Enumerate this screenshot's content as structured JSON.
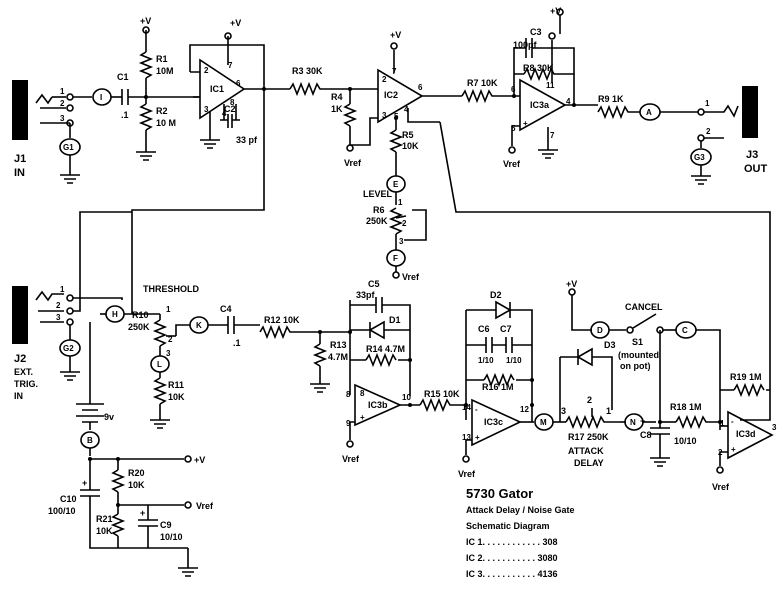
{
  "title_block": {
    "title": "5730  Gator",
    "subtitle": "Attack  Delay / Noise Gate",
    "kind": "Schematic Diagram",
    "ic_list": [
      "IC 1. . . . . . . . . . . . 308",
      "IC 2. . . . . . . . . . . 3080",
      "IC 3. . . . . . . . . . . 4136"
    ]
  },
  "jacks": {
    "j1_name": "J1",
    "j1_label": "IN",
    "j2_name": "J2",
    "j2_label_1": "EXT.",
    "j2_label_2": "TRIG.",
    "j2_label_3": "IN",
    "j3_name": "J3",
    "j3_label": "OUT"
  },
  "components": {
    "r1_name": "R1",
    "r1_value": "10M",
    "r2_name": "R2",
    "r2_value": "10 M",
    "c1": "C1",
    "c1_value": ".1",
    "ic1": "IC1",
    "c2_name": "C2",
    "c2_value": "33 pf",
    "r3": "R3  30K",
    "r4_name": "R4",
    "r4_value": "1K",
    "ic2": "IC2",
    "r5_name": "R5",
    "r5_value": "10K",
    "level": "LEVEL",
    "r6_name": "R6",
    "r6_value": "250K",
    "r7": "R7  10K",
    "c3_name": "C3",
    "c3_value": "100pf",
    "r8": "R8  30K",
    "ic3a": "IC3a",
    "r9": "R9  1K",
    "threshold": "THRESHOLD",
    "r10_name": "R10",
    "r10_value": "250K",
    "c4_name": "C4",
    "c4_value": ".1",
    "r12": "R12  10K",
    "r11_name": "R11",
    "r11_value": "10K",
    "r13_name": "R13",
    "r13_value": "4.7M",
    "c5_name": "C5",
    "c5_value": "33pf",
    "d1": "D1",
    "r14": "R14  4.7M",
    "ic3b": "IC3b",
    "r15": "R15  10K",
    "d2": "D2",
    "c6": "C6",
    "c7": "C7",
    "c6_value": "1/10",
    "c7_value": "1/10",
    "r16": "R16  1M",
    "ic3c": "IC3c",
    "d3": "D3",
    "d3_note_1": "(mounted",
    "d3_note_2": "on pot)",
    "r17": "R17  250K",
    "attack_1": "ATTACK",
    "attack_2": "DELAY",
    "cancel": "CANCEL",
    "s1": "S1",
    "r18": "R18  1M",
    "r19": "R19  1M",
    "c8_name": "C8",
    "c8_value": "10/10",
    "ic3d": "IC3d",
    "battery": "9v",
    "r20_name": "R20",
    "r20_value": "10K",
    "r21_name": "R21",
    "r21_value": "10K",
    "c9_name": "C9",
    "c9_value": "10/10",
    "c10_name": "C10",
    "c10_value": "100/10"
  },
  "nets": {
    "plus_v": "+V",
    "vref": "Vref"
  },
  "markers": {
    "I": "I",
    "G1": "G1",
    "G2": "G2",
    "G3": "G3",
    "H": "H",
    "K": "K",
    "L": "L",
    "E": "E",
    "F": "F",
    "A": "A",
    "B": "B",
    "D": "D",
    "C": "C",
    "M": "M",
    "N": "N"
  }
}
